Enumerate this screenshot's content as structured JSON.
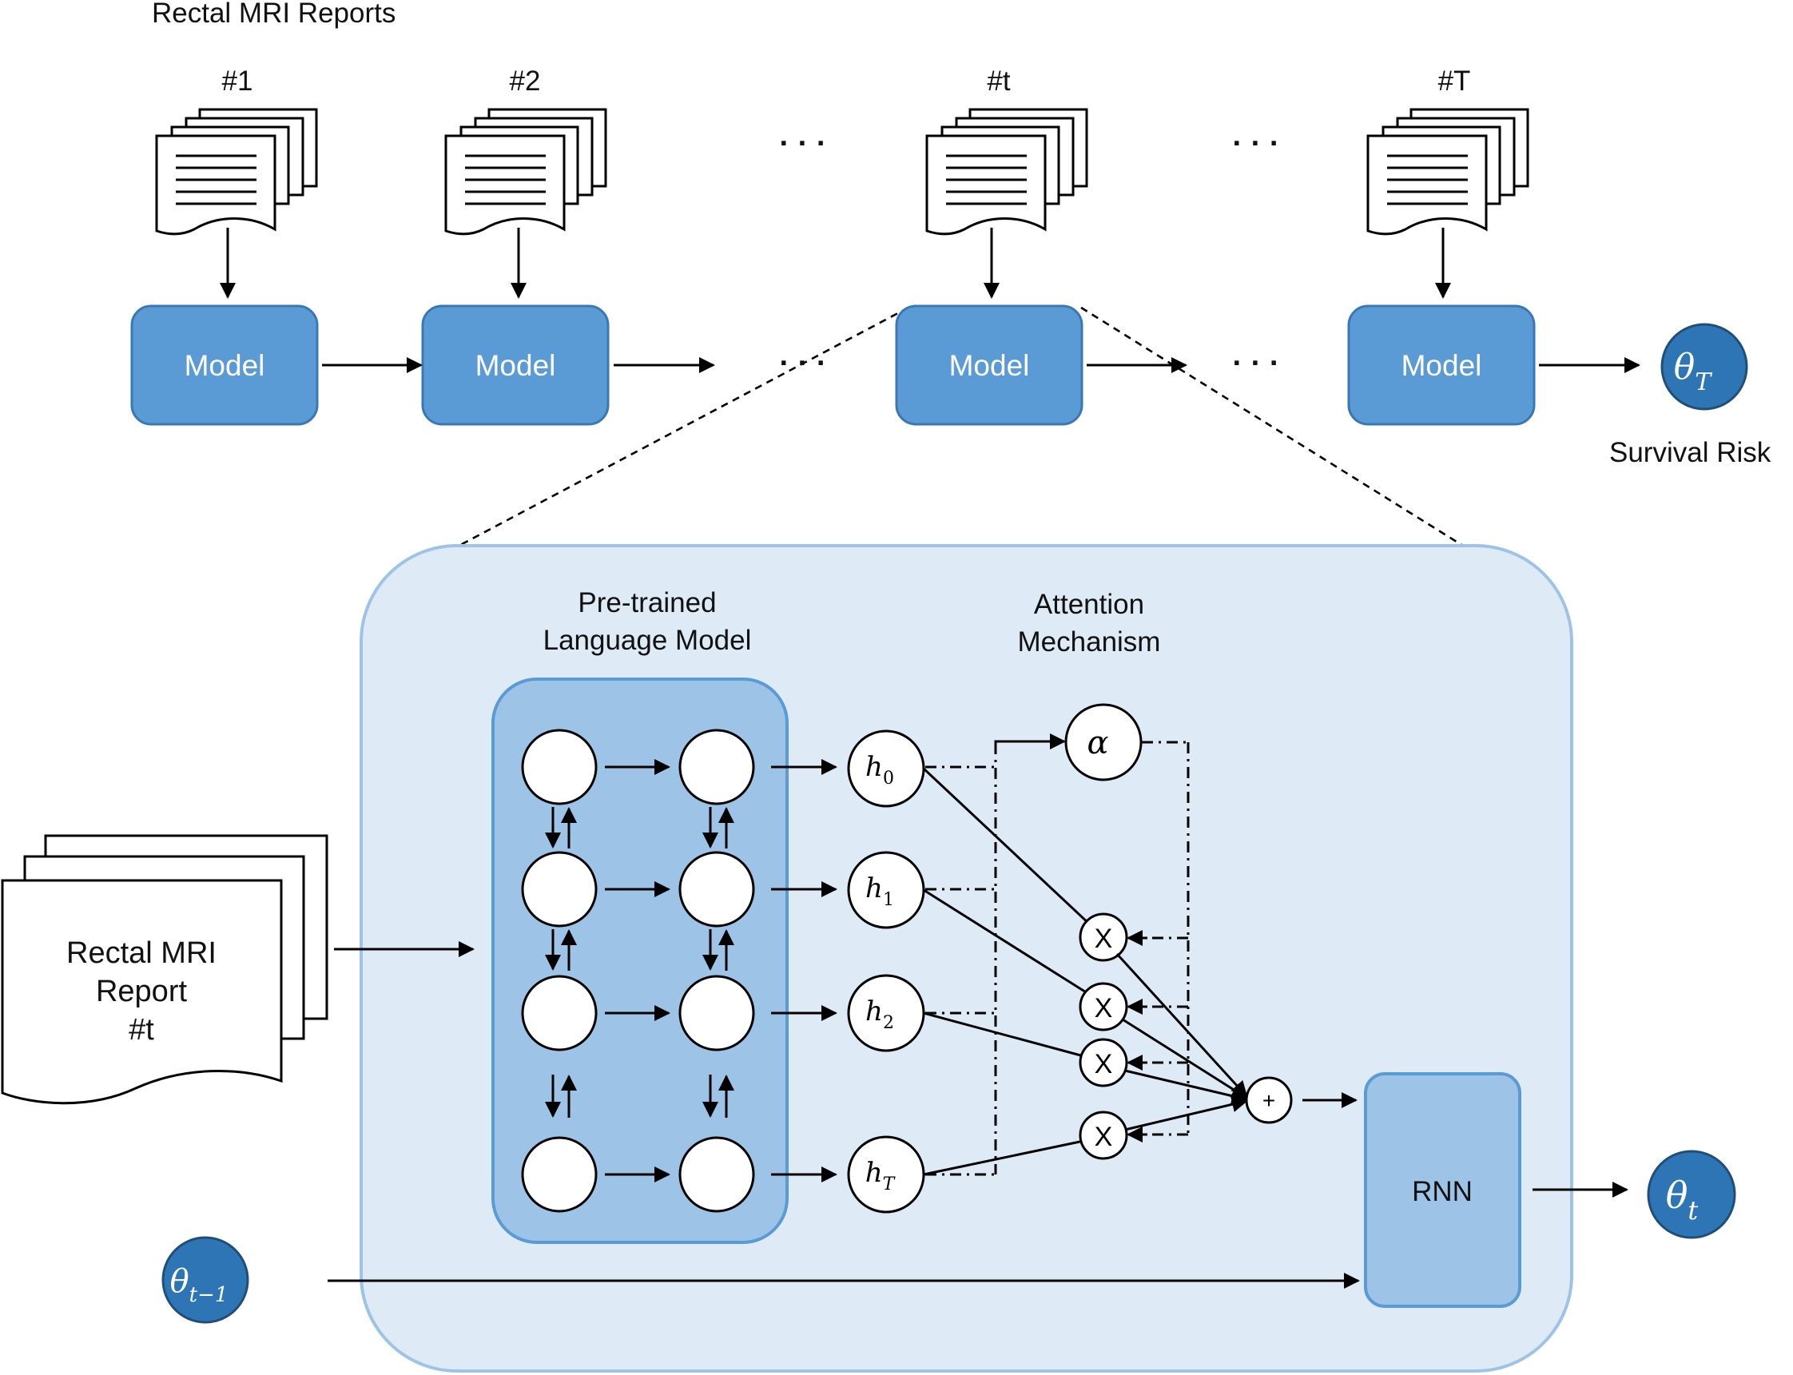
{
  "top": {
    "title": "Rectal MRI Reports",
    "report_labels": [
      "#1",
      "#2",
      "#t",
      "#T"
    ],
    "model_label": "Model",
    "ellipsis": "· · ·",
    "output_symbol": "θ",
    "output_subscript": "T",
    "output_caption": "Survival Risk"
  },
  "detail": {
    "plm_title_line1": "Pre-trained",
    "plm_title_line2": "Language Model",
    "attn_title_line1": "Attention",
    "attn_title_line2": "Mechanism",
    "input_report_line1": "Rectal MRI",
    "input_report_line2": "Report",
    "input_report_line3": "#t",
    "hidden_states": [
      {
        "symbol": "h",
        "sub": "0"
      },
      {
        "symbol": "h",
        "sub": "1"
      },
      {
        "symbol": "h",
        "sub": "2"
      },
      {
        "symbol": "h",
        "sub": "T"
      }
    ],
    "alpha": "α",
    "multiply": "X",
    "sum": "+",
    "rnn_label": "RNN",
    "theta_out_symbol": "θ",
    "theta_out_sub": "t",
    "theta_in_symbol": "θ",
    "theta_in_sub": "t−1"
  },
  "colors": {
    "model_fill": "#5b9bd5",
    "model_stroke": "#3a78b5",
    "panel_fill": "#deebf7",
    "panel_stroke": "#9dc3e6",
    "plm_fill": "#9dc3e6",
    "plm_stroke": "#5b9bd5",
    "theta_fill": "#2e75b6",
    "theta_stroke": "#1f4e79"
  }
}
